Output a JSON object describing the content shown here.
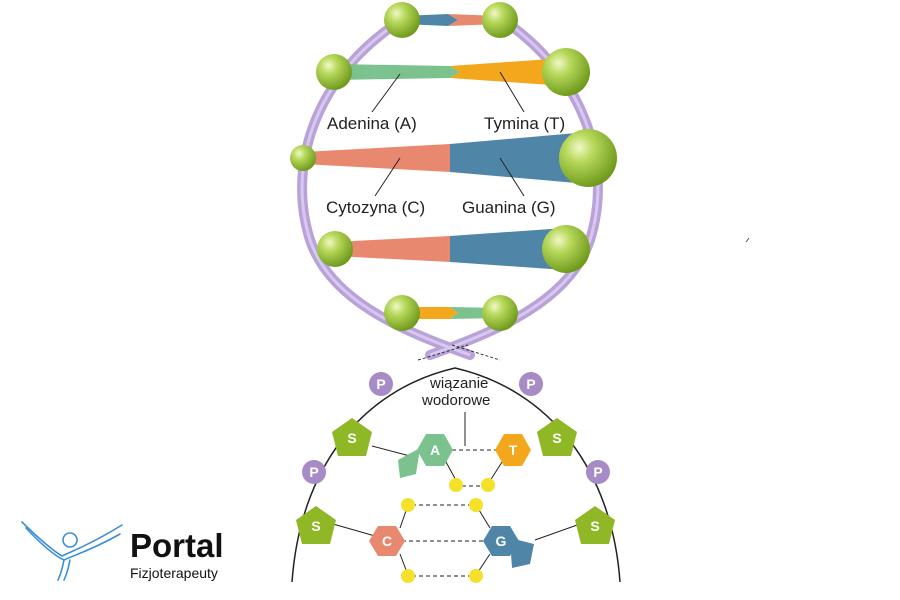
{
  "labels": {
    "adenine": "Adenina (A)",
    "thymine": "Tymina (T)",
    "cytosine": "Cytozyna (C)",
    "guanine": "Guanina (G)",
    "hydrogen_bond_line1": "wiązanie",
    "hydrogen_bond_line2": "wodorowe"
  },
  "nucleotides": {
    "a": "A",
    "t": "T",
    "c": "C",
    "g": "G",
    "sugar": "S",
    "phosphate": "P"
  },
  "logo": {
    "title": "Portal",
    "subtitle": "Fizjoterapeuty"
  },
  "colors": {
    "backbone": "#b9a2d9",
    "sphere": "#9cc33a",
    "adenine": "#7cc28f",
    "thymine": "#f2a71d",
    "cytosine": "#e8896f",
    "guanine": "#4f86a8",
    "phosphate": "#a68bc4",
    "sugar": "#8fb726",
    "hbond_dot": "#f5e12a",
    "logo_figure": "#3a8fd6"
  }
}
